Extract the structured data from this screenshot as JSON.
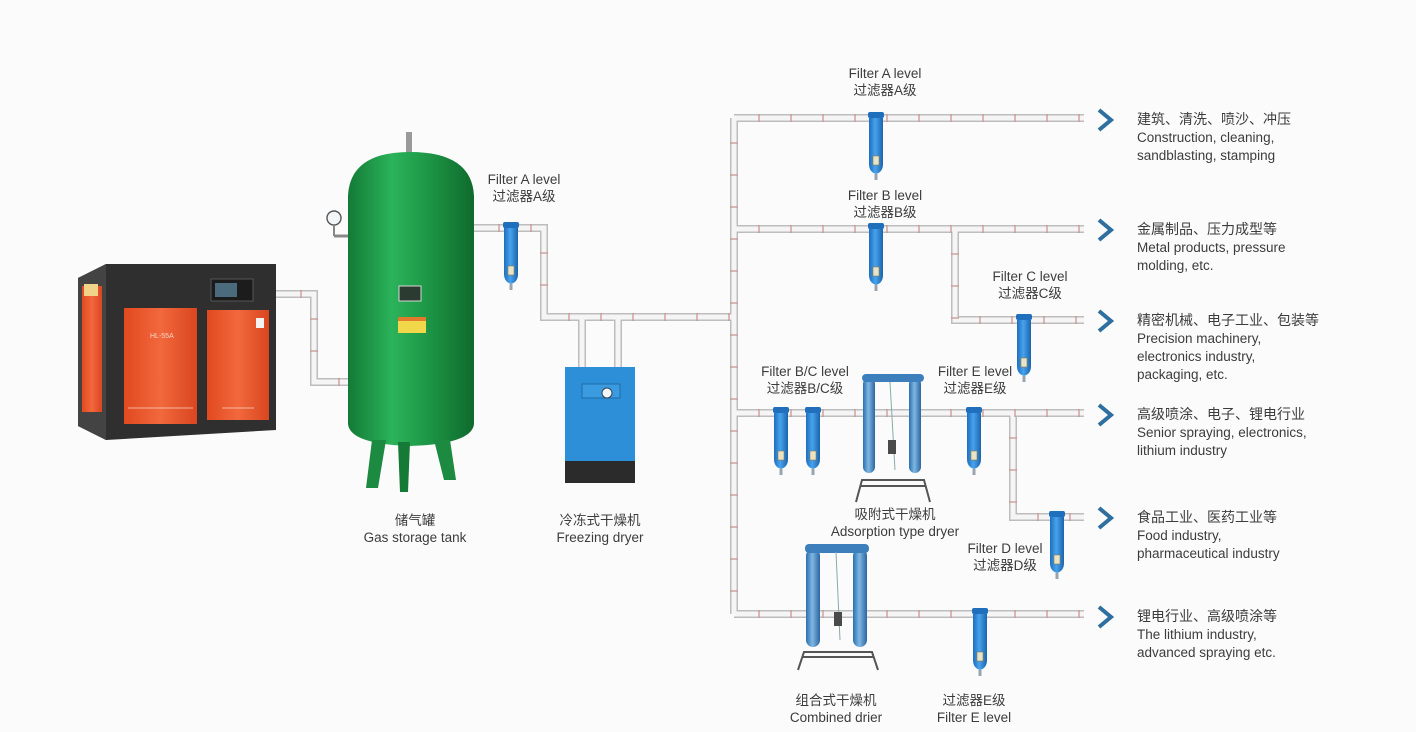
{
  "colors": {
    "pipe_fill": "#f4f4f4",
    "pipe_edge": "#bdbdbd",
    "pipe_joint": "#c98f8a",
    "filter_blue": "#2f86d4",
    "tank_green": "#1f9a48",
    "compressor_orange": "#e8532b",
    "compressor_body": "#3a3a3a",
    "dryer_blue": "#2c8fd8",
    "arrow_blue": "#2f6f9f"
  },
  "equipment": {
    "compressor": {
      "model": "HL-55A"
    },
    "tank": {
      "zh": "储气罐",
      "en": "Gas storage tank"
    },
    "freezing_dryer": {
      "zh": "冷冻式干燥机",
      "en": "Freezing dryer"
    },
    "adsorption_dryer": {
      "zh": "吸附式干燥机",
      "en": "Adsorption type dryer"
    },
    "combined_drier": {
      "zh": "组合式干燥机",
      "en": "Combined drier"
    }
  },
  "filters": {
    "tank_a": {
      "en": "Filter A level",
      "zh": "过滤器A级"
    },
    "line1_a": {
      "en": "Filter A level",
      "zh": "过滤器A级"
    },
    "line2_b": {
      "en": "Filter B level",
      "zh": "过滤器B级"
    },
    "line3_c": {
      "en": "Filter C level",
      "zh": "过滤器C级"
    },
    "line4_bc": {
      "en": "Filter B/C level",
      "zh": "过滤器B/C级"
    },
    "line4_e": {
      "en": "Filter E level",
      "zh": "过滤器E级"
    },
    "line5_d": {
      "en": "Filter D level",
      "zh": "过滤器D级"
    },
    "line6_e": {
      "zh": "过滤器E级",
      "en": "Filter E level"
    }
  },
  "applications": [
    {
      "zh": "建筑、清洗、喷沙、冲压",
      "en": [
        "Construction, cleaning,",
        "sandblasting, stamping"
      ]
    },
    {
      "zh": "金属制品、压力成型等",
      "en": [
        "Metal products, pressure",
        "molding, etc."
      ]
    },
    {
      "zh": "精密机械、电子工业、包装等",
      "en": [
        "Precision machinery,",
        "electronics industry,",
        "packaging, etc."
      ]
    },
    {
      "zh": "高级喷涂、电子、锂电行业",
      "en": [
        "Senior spraying, electronics,",
        "lithium industry"
      ]
    },
    {
      "zh": "食品工业、医药工业等",
      "en": [
        "Food industry,",
        "pharmaceutical industry"
      ]
    },
    {
      "zh": "锂电行业、高级喷涂等",
      "en": [
        "The lithium industry,",
        "advanced spraying etc."
      ]
    }
  ]
}
